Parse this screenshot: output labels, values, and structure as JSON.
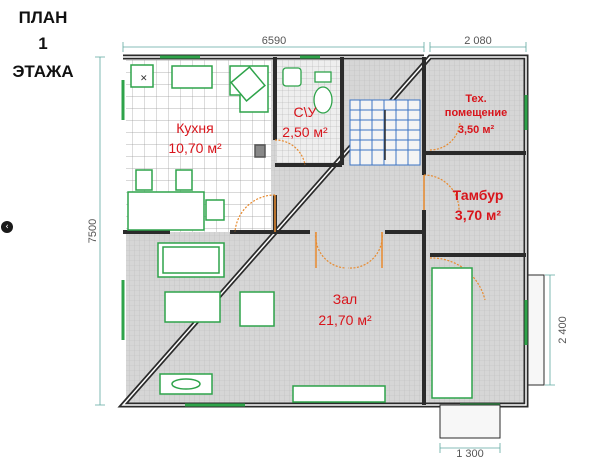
{
  "title": {
    "line1": "ПЛАН",
    "line2": "1",
    "line3": "ЭТАЖА"
  },
  "dimensions": {
    "top_main": "6590",
    "top_right": "2 080",
    "left": "7500",
    "right": "2 400",
    "bottom": "1 300"
  },
  "rooms": {
    "kitchen": {
      "name": "Кухня",
      "area": "10,70 м²"
    },
    "bathroom": {
      "name": "С\\У",
      "area": "2,50 м²"
    },
    "tech": {
      "name1": "Тех.",
      "name2": "помещение",
      "area": "3,50 м²"
    },
    "vestibule": {
      "name": "Тамбур",
      "area": "3,70 м²"
    },
    "hall": {
      "name": "Зал",
      "area": "21,70 м²"
    }
  },
  "colors": {
    "room_label": "#d8141b",
    "wall": "#2b2b2b",
    "door": "#e88a2e",
    "green": "#2ea34a",
    "dim": "#5fa9a0",
    "floor": "#c8c8c8"
  },
  "icons": {
    "nav": "chevron-left-icon"
  }
}
